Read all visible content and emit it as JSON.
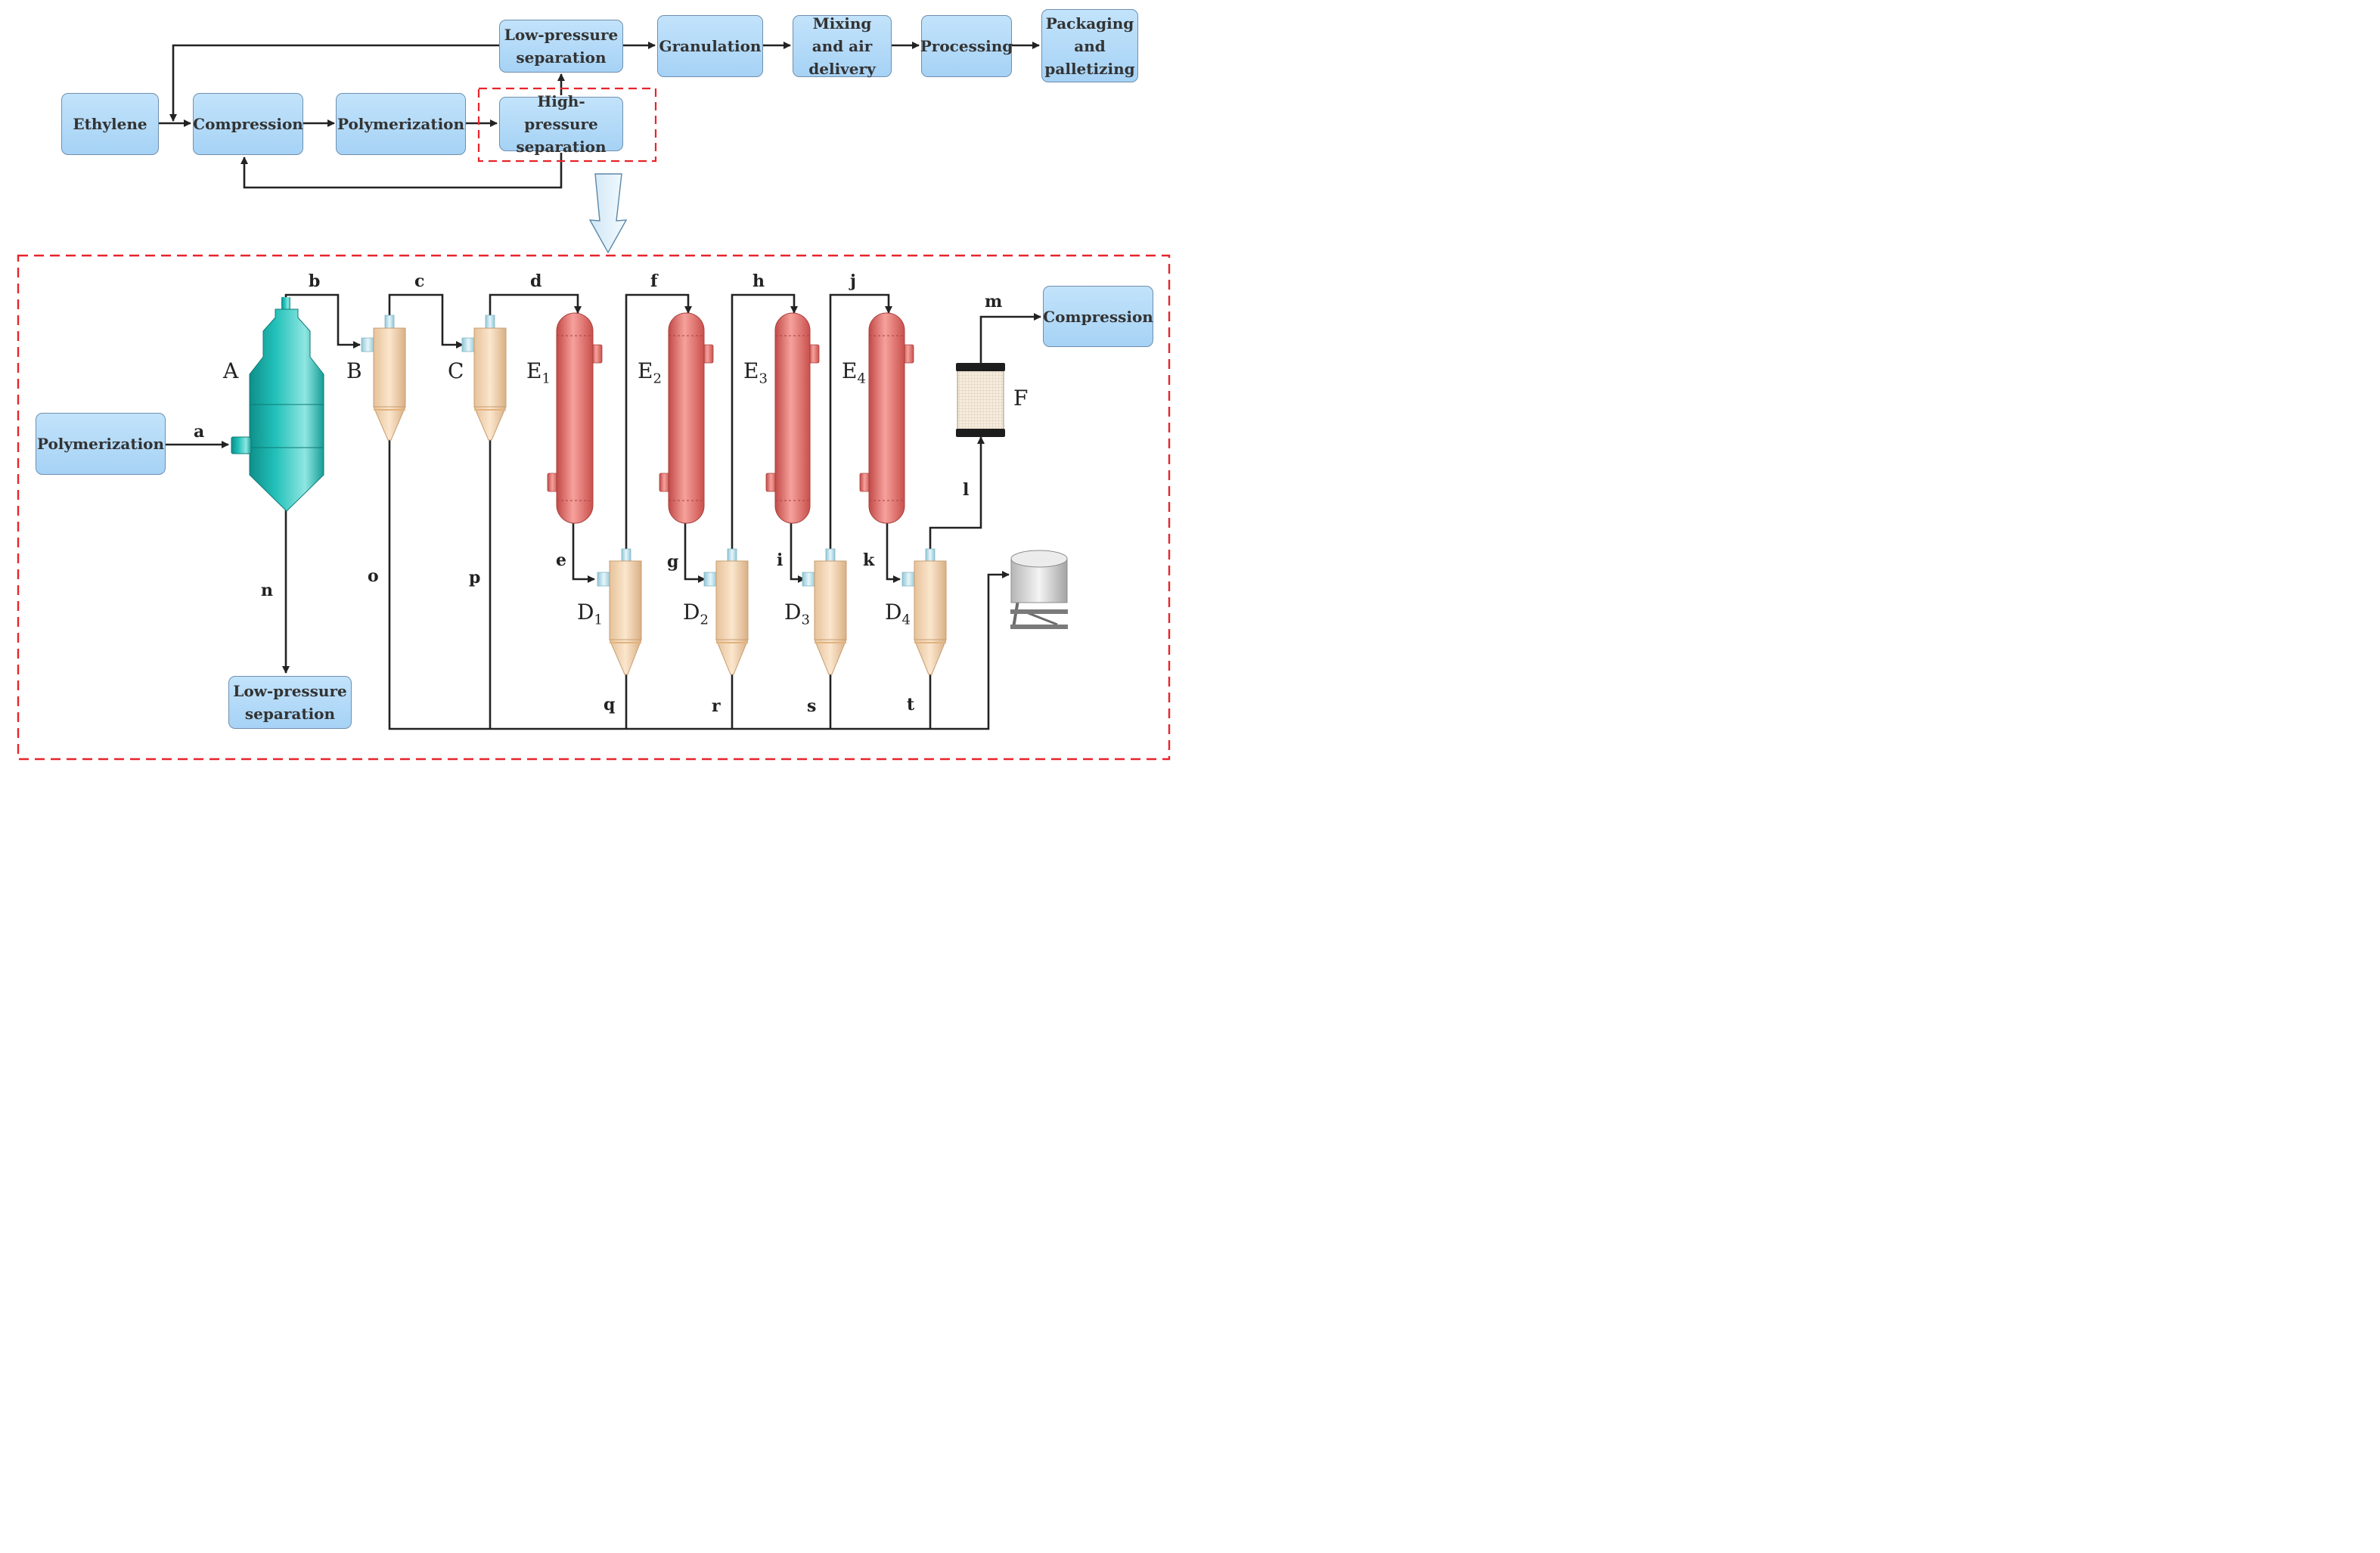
{
  "top_flow": {
    "ethylene": "Ethylene",
    "compression": "Compression",
    "polymerization": "Polymerization",
    "high_pressure_separation": "High-pressure separation",
    "low_pressure_separation": "Low-pressure separation",
    "granulation": "Granulation",
    "mixing_air_delivery": "Mixing and air delivery",
    "processing": "Processing",
    "packaging_palletizing": "Packaging and palletizing"
  },
  "detail": {
    "polymerization": "Polymerization",
    "compression": "Compression",
    "low_pressure_separation": "Low-pressure separation",
    "equipment": {
      "A": "A",
      "B": "B",
      "C": "C",
      "F": "F",
      "E1": {
        "letter": "E",
        "sub": "1"
      },
      "E2": {
        "letter": "E",
        "sub": "2"
      },
      "E3": {
        "letter": "E",
        "sub": "3"
      },
      "E4": {
        "letter": "E",
        "sub": "4"
      },
      "D1": {
        "letter": "D",
        "sub": "1"
      },
      "D2": {
        "letter": "D",
        "sub": "2"
      },
      "D3": {
        "letter": "D",
        "sub": "3"
      },
      "D4": {
        "letter": "D",
        "sub": "4"
      }
    },
    "streams": {
      "a": "a",
      "b": "b",
      "c": "c",
      "d": "d",
      "e": "e",
      "f": "f",
      "g": "g",
      "h": "h",
      "i": "i",
      "j": "j",
      "k": "k",
      "l": "l",
      "m": "m",
      "n": "n",
      "o": "o",
      "p": "p",
      "q": "q",
      "r": "r",
      "s": "s",
      "t": "t"
    }
  },
  "colors": {
    "box_fill": "#b3d9f7",
    "box_border": "#6f8fae",
    "dashed_frame": "#e8232a",
    "flow_line": "#222222",
    "flash_tank": "#1fb3ad",
    "cyclone": "#f1d5b5",
    "cooler": "#e0716c",
    "nozzle": "#b9dfe9"
  }
}
